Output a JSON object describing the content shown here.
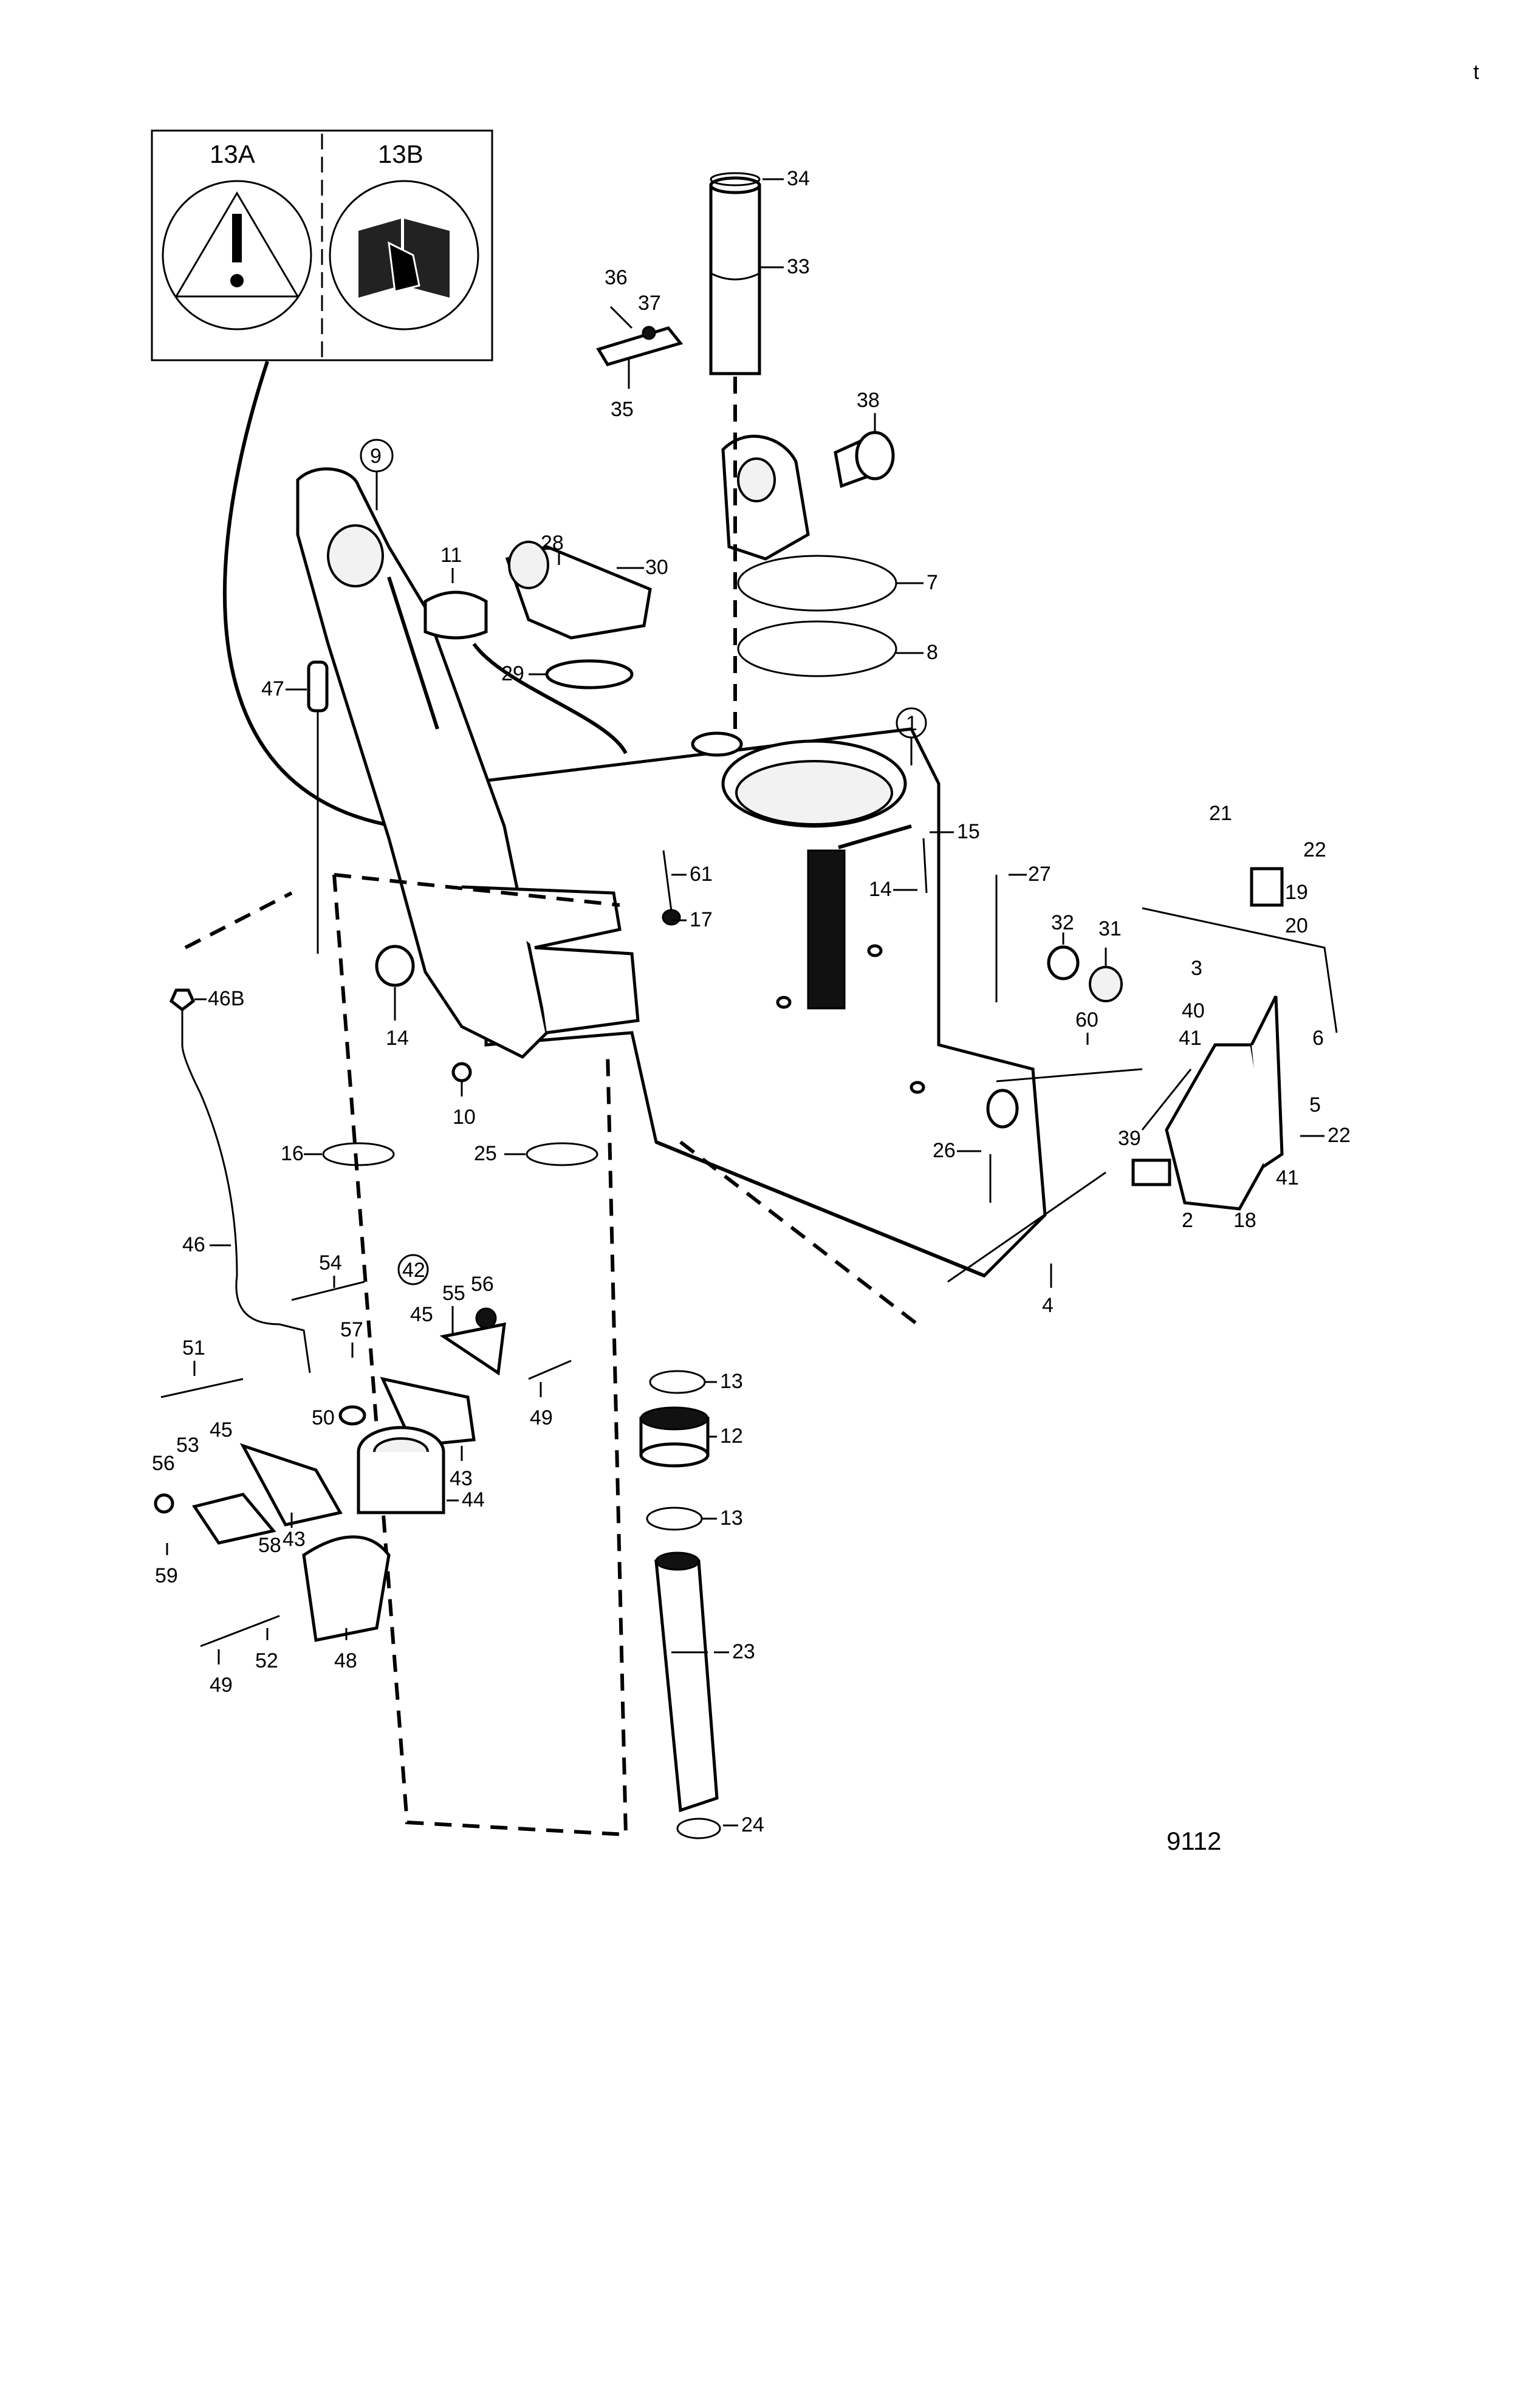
{
  "corner_mark": "t",
  "figure_number": "9112",
  "warning_box": {
    "left_label": "13A",
    "right_label": "13B",
    "left_icon": "warning-triangle-icon",
    "right_icon": "manual-book-hand-icon"
  },
  "labels": [
    {
      "id": "l34",
      "text": "34"
    },
    {
      "id": "l33",
      "text": "33"
    },
    {
      "id": "l36",
      "text": "36"
    },
    {
      "id": "l37",
      "text": "37"
    },
    {
      "id": "l35",
      "text": "35"
    },
    {
      "id": "l38",
      "text": "38"
    },
    {
      "id": "l9",
      "text": "9"
    },
    {
      "id": "l11",
      "text": "11"
    },
    {
      "id": "l28",
      "text": "28"
    },
    {
      "id": "l30",
      "text": "30"
    },
    {
      "id": "l7",
      "text": "7"
    },
    {
      "id": "l8",
      "text": "8"
    },
    {
      "id": "l29",
      "text": "29"
    },
    {
      "id": "l47",
      "text": "47"
    },
    {
      "id": "l1",
      "text": "1"
    },
    {
      "id": "l15",
      "text": "15"
    },
    {
      "id": "l21",
      "text": "21"
    },
    {
      "id": "l22a",
      "text": "22"
    },
    {
      "id": "l19",
      "text": "19"
    },
    {
      "id": "l14a",
      "text": "14"
    },
    {
      "id": "l27",
      "text": "27"
    },
    {
      "id": "l61",
      "text": "61"
    },
    {
      "id": "l17",
      "text": "17"
    },
    {
      "id": "l20",
      "text": "20"
    },
    {
      "id": "l32",
      "text": "32"
    },
    {
      "id": "l31",
      "text": "31"
    },
    {
      "id": "l3",
      "text": "3"
    },
    {
      "id": "l46B",
      "text": "46B"
    },
    {
      "id": "l14b",
      "text": "14"
    },
    {
      "id": "l40",
      "text": "40"
    },
    {
      "id": "l60",
      "text": "60"
    },
    {
      "id": "l6",
      "text": "6"
    },
    {
      "id": "l41a",
      "text": "41"
    },
    {
      "id": "l10",
      "text": "10"
    },
    {
      "id": "l5",
      "text": "5"
    },
    {
      "id": "l39",
      "text": "39"
    },
    {
      "id": "l16",
      "text": "16"
    },
    {
      "id": "l25",
      "text": "25"
    },
    {
      "id": "l26",
      "text": "26"
    },
    {
      "id": "l22b",
      "text": "22"
    },
    {
      "id": "l41b",
      "text": "41"
    },
    {
      "id": "l2",
      "text": "2"
    },
    {
      "id": "l18",
      "text": "18"
    },
    {
      "id": "l46",
      "text": "46"
    },
    {
      "id": "l54",
      "text": "54"
    },
    {
      "id": "l42",
      "text": "42"
    },
    {
      "id": "l56a",
      "text": "56"
    },
    {
      "id": "l55",
      "text": "55"
    },
    {
      "id": "l4",
      "text": "4"
    },
    {
      "id": "l45a",
      "text": "45"
    },
    {
      "id": "l51",
      "text": "51"
    },
    {
      "id": "l57",
      "text": "57"
    },
    {
      "id": "l13a",
      "text": "13"
    },
    {
      "id": "l50",
      "text": "50"
    },
    {
      "id": "l49a",
      "text": "49"
    },
    {
      "id": "l53",
      "text": "53"
    },
    {
      "id": "l45b",
      "text": "45"
    },
    {
      "id": "l12",
      "text": "12"
    },
    {
      "id": "l56b",
      "text": "56"
    },
    {
      "id": "l43a",
      "text": "43"
    },
    {
      "id": "l44",
      "text": "44"
    },
    {
      "id": "l43b",
      "text": "43"
    },
    {
      "id": "l13b",
      "text": "13"
    },
    {
      "id": "l59",
      "text": "59"
    },
    {
      "id": "l58",
      "text": "58"
    },
    {
      "id": "l23",
      "text": "23"
    },
    {
      "id": "l49b",
      "text": "49"
    },
    {
      "id": "l52",
      "text": "52"
    },
    {
      "id": "l48",
      "text": "48"
    },
    {
      "id": "l24",
      "text": "24"
    }
  ]
}
